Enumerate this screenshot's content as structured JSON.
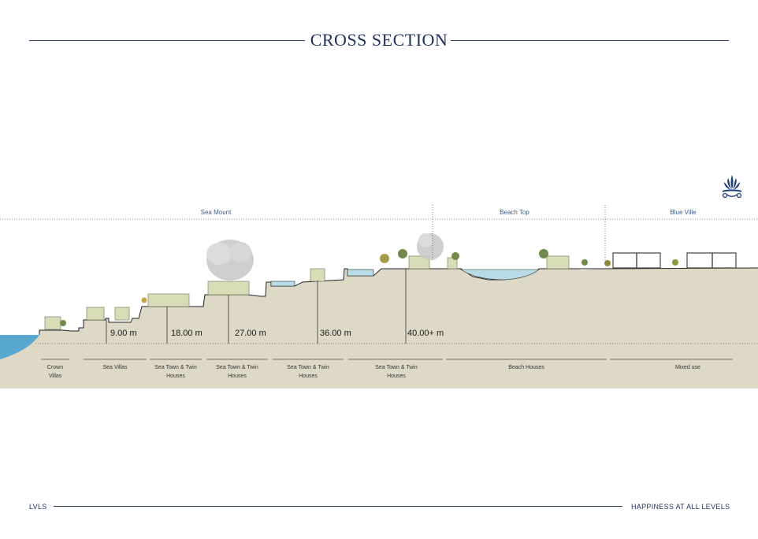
{
  "header": {
    "title": "CROSS SECTION"
  },
  "zones": [
    {
      "label": "Sea Mount"
    },
    {
      "label": "Beach Top"
    },
    {
      "label": "Blue Ville"
    }
  ],
  "levels": [
    "9.00 m",
    "18.00 m",
    "27.00 m",
    "36.00 m",
    "40.00+ m"
  ],
  "building_types": [
    {
      "line1": "Crown",
      "line2": "Villas"
    },
    {
      "line1": "Sea Villas",
      "line2": ""
    },
    {
      "line1": "Sea Town & Twin",
      "line2": "Houses"
    },
    {
      "line1": "Sea Town & Twin",
      "line2": "Houses"
    },
    {
      "line1": "Sea Town & Twin",
      "line2": "Houses"
    },
    {
      "line1": "Sea Town & Twin",
      "line2": "Houses"
    },
    {
      "line1": "Beach Houses",
      "line2": ""
    },
    {
      "line1": "Mixed use",
      "line2": ""
    }
  ],
  "footer": {
    "left": "LVLS",
    "right": "HAPPINESS AT ALL LEVELS"
  },
  "colors": {
    "ground": "#ded8c6",
    "sea": "#5aa7cf",
    "pool": "#b9dbe6",
    "building": "#d8ddb8",
    "title": "#1d2f5a"
  },
  "icons": {
    "logo": "lotus-wave-icon"
  }
}
